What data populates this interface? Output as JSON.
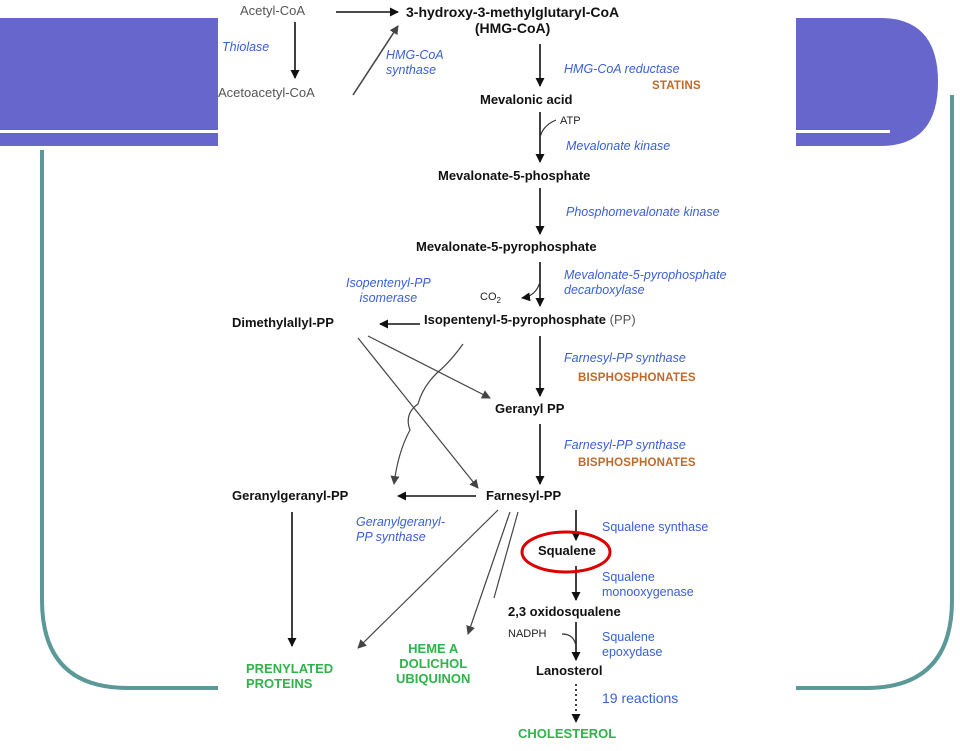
{
  "theme": {
    "slide_fill": "#6666cc",
    "slide_line": "#5b9999",
    "text": "#111111",
    "enzyme": "#3a5fd6",
    "inhibitor": "#c0692a",
    "product": "#2fb34a",
    "highlight": "#dd0000"
  },
  "nodes": {
    "acetyl_coa": "Acetyl-CoA",
    "acetoacetyl_coa": "Acetoacetyl-CoA",
    "hmg_coa_line1": "3-hydroxy-3-methylglutaryl-CoA",
    "hmg_coa_line2": "(HMG-CoA)",
    "mevalonic_acid": "Mevalonic acid",
    "mevalonate_5p": "Mevalonate-5-phosphate",
    "mevalonate_5pp": "Mevalonate-5-pyrophosphate",
    "dimethylallyl_pp": "Dimethylallyl-PP",
    "isopentenyl_pp": "Isopentenyl-5-pyrophosphate",
    "isopentenyl_pp_suffix": "(PP)",
    "geranyl_pp": "Geranyl PP",
    "geranylgeranyl_pp": "Geranylgeranyl-PP",
    "farnesyl_pp": "Farnesyl-PP",
    "squalene": "Squalene",
    "oxidosqualene": "2,3 oxidosqualene",
    "lanosterol": "Lanosterol",
    "cholesterol": "CHOLESTEROL"
  },
  "enzymes": {
    "thiolase": "Thiolase",
    "hmg_synthase_1": "HMG-CoA",
    "hmg_synthase_2": "synthase",
    "hmg_reductase": "HMG-CoA reductase",
    "mevalonate_kinase": "Mevalonate kinase",
    "phosphomevalonate_kinase": "Phosphomevalonate kinase",
    "ipp_isomerase_1": "Isopentenyl-PP",
    "ipp_isomerase_2": "isomerase",
    "decarboxylase_1": "Mevalonate-5-pyrophosphate",
    "decarboxylase_2": "decarboxylase",
    "fpp_synthase_a": "Farnesyl-PP synthase",
    "fpp_synthase_b": "Farnesyl-PP synthase",
    "ggpp_synthase_1": "Geranylgeranyl-",
    "ggpp_synthase_2": "PP synthase",
    "squalene_synthase": "Squalene synthase",
    "monooxygenase_1": "Squalene",
    "monooxygenase_2": "monooxygenase",
    "epoxydase_1": "Squalene",
    "epoxydase_2": "epoxydase",
    "nineteen_reactions": "19 reactions"
  },
  "cofactors": {
    "atp": "ATP",
    "co2": "CO",
    "co2_sub": "2",
    "nadph": "NADPH"
  },
  "inhibitors": {
    "statins": "STATINS",
    "bisphosphonates_a": "BISPHOSPHONATES",
    "bisphosphonates_b": "BISPHOSPHONATES"
  },
  "products": {
    "prenylated_1": "PRENYLATED",
    "prenylated_2": "PROTEINS",
    "heme_1": "HEME A",
    "heme_2": "DOLICHOL",
    "heme_3": "UBIQUINON"
  }
}
